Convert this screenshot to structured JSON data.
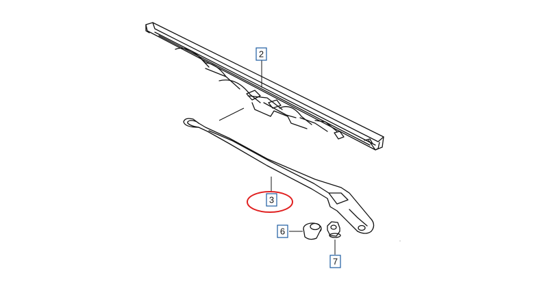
{
  "callouts": [
    {
      "id": "wiper-blade",
      "label": "2"
    },
    {
      "id": "wiper-arm",
      "label": "3"
    },
    {
      "id": "cap",
      "label": "6"
    },
    {
      "id": "nut",
      "label": "7"
    }
  ],
  "highlight": {
    "color": "#e02020",
    "target": "3"
  },
  "callout_border_color": "#1a5aa0"
}
